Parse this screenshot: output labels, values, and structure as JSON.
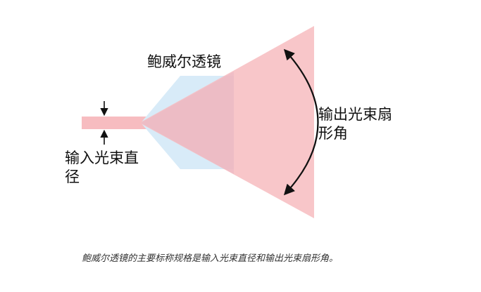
{
  "labels": {
    "lens_name": "鲍威尔透镜",
    "input_line1": "输入光束直",
    "input_line2": "径",
    "output_line1": "输出光束扇",
    "output_line2": "形角"
  },
  "caption": "鲍威尔透镜的主要标称规格是输入光束直径和输出光束扇形角。",
  "colors": {
    "beam": "#f7bcc0",
    "lens": "#d8ebf8",
    "overlap": "#e9b6c2",
    "arrow": "#111111",
    "text": "#111111"
  }
}
